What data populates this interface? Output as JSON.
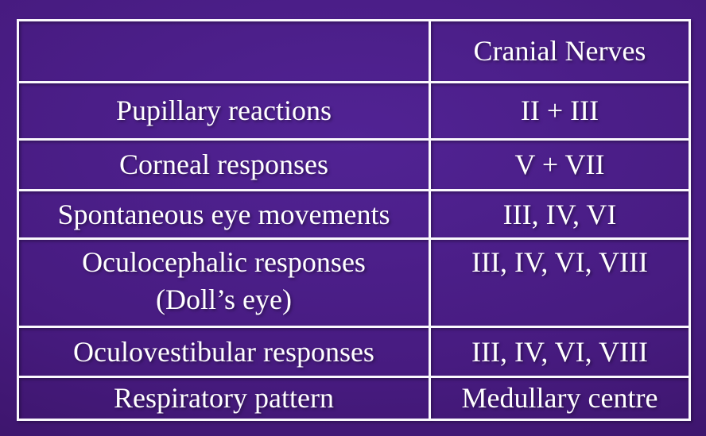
{
  "colors": {
    "background_center": "#512394",
    "background_mid": "#471b80",
    "background_edge": "#34105a",
    "border_color": "#faf8fd",
    "text_color": "#ffffff"
  },
  "table": {
    "header": {
      "col1": "",
      "col2": "Cranial Nerves"
    },
    "rows": [
      {
        "label": "Pupillary reactions",
        "nerves": "II + III"
      },
      {
        "label": "Corneal responses",
        "nerves": "V + VII"
      },
      {
        "label": "Spontaneous eye movements",
        "nerves": "III, IV, VI"
      },
      {
        "label": "Oculocephalic responses",
        "label_line2": "(Doll’s eye)",
        "nerves": "III, IV, VI, VIII"
      },
      {
        "label": "Oculovestibular responses",
        "nerves": "III, IV, VI, VIII"
      },
      {
        "label": "Respiratory pattern",
        "nerves": "Medullary centre"
      }
    ]
  }
}
